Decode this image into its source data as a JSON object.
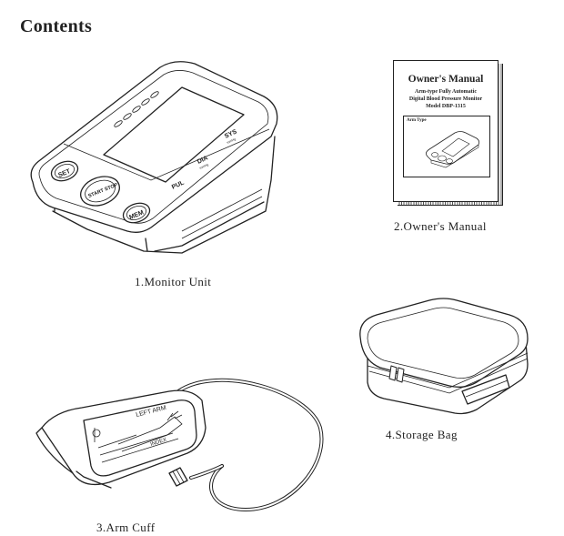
{
  "heading": "Contents",
  "items": [
    {
      "caption": "1.Monitor Unit"
    },
    {
      "caption": "2.Owner's Manual"
    },
    {
      "caption": "3.Arm Cuff"
    },
    {
      "caption": "4.Storage Bag"
    }
  ],
  "monitor": {
    "set_label": "SET",
    "start_label": "START STOP",
    "mem_label": "MEM",
    "sys_label": "SYS",
    "sys_unit": "mmHg",
    "dia_label": "DIA",
    "dia_unit": "mmHg",
    "pul_label": "PUL"
  },
  "manual": {
    "title": "Owner's Manual",
    "subtitle1": "Arm-type Fully Automatic",
    "subtitle2": "Digital Blood Pressure Monitor",
    "model": "Model  DBP-1315",
    "box_label": "Arm Type"
  },
  "cuff": {
    "leftarm_label": "LEFT ARM",
    "index_label": "INDEX"
  }
}
